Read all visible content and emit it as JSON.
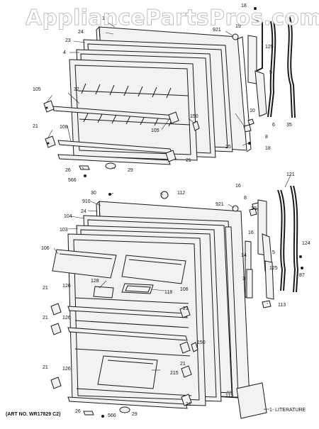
{
  "watermark": "AppliancePartsPros.com",
  "caption": "(ART NO. WR17829 C2)",
  "literature_label": "1- LITERATURE",
  "callouts": {
    "c18a": "18",
    "c24a": "24",
    "c23": "23",
    "c4": "4",
    "c921a": "921",
    "c125a": "125",
    "c105a": "105",
    "c32": "32",
    "c21a": "21",
    "c108": "108",
    "c150a": "150",
    "c105b": "105",
    "c25": "25",
    "c5a": "5",
    "c10a": "10",
    "c6a": "6",
    "c35": "35",
    "c8a": "8",
    "c18b": "18",
    "c21b": "21",
    "c26a": "26",
    "c566a": "566",
    "c29a": "29",
    "c30": "30",
    "c112": "112",
    "c910": "910",
    "c24b": "24",
    "c921b": "921",
    "c104": "104",
    "c103": "103",
    "c106a": "106",
    "c16a": "16",
    "c8b": "8",
    "c10b": "10",
    "c121": "121",
    "c16b": "16",
    "c14": "14",
    "c5b": "5",
    "c124": "124",
    "c87": "87",
    "c3": "3",
    "c125b": "125",
    "c113": "113",
    "c128": "128",
    "c118": "118",
    "c106b": "106",
    "c21c": "21",
    "c126a": "126",
    "c21d": "21",
    "c126b": "126",
    "c21e": "21",
    "c150b": "150",
    "c21f": "21",
    "c215": "215",
    "c21g": "21",
    "c126c": "126",
    "c115": "115",
    "c21h": "21",
    "c26b": "26",
    "c566b": "566",
    "c29b": "29"
  }
}
